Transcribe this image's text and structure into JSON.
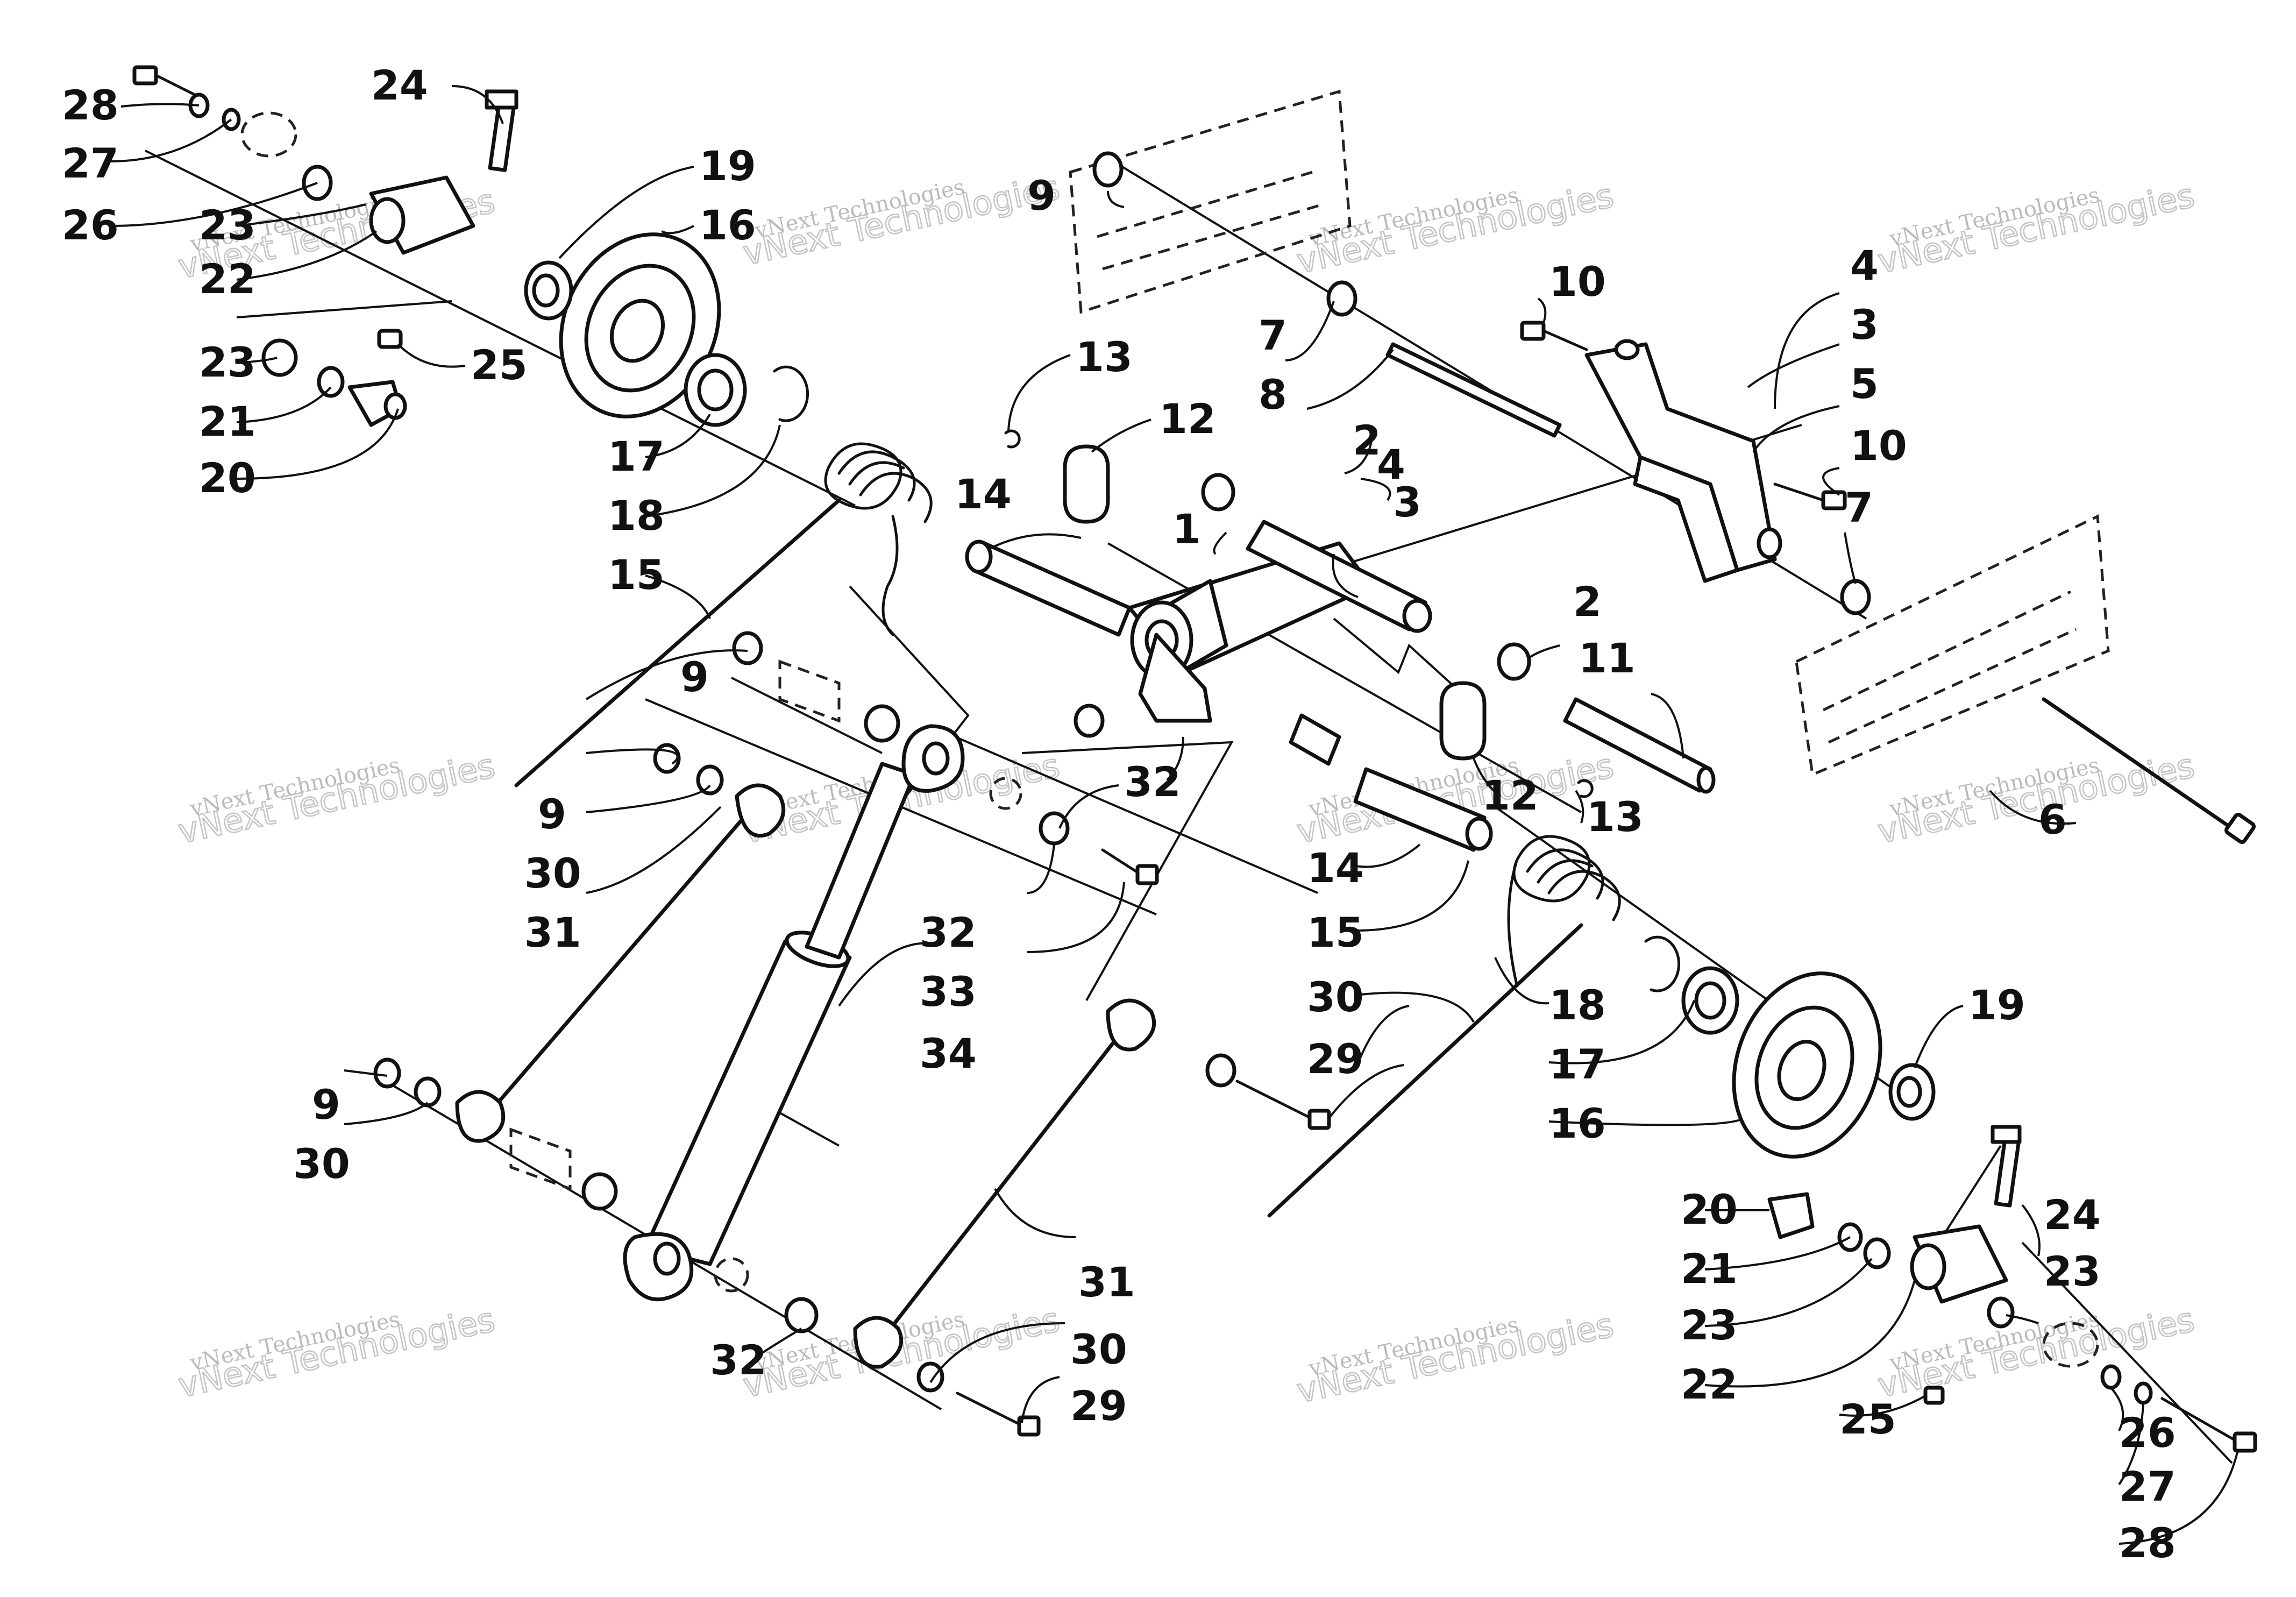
{
  "diagram": {
    "callouts": {
      "c1": "1",
      "c2a": "2",
      "c2b": "2",
      "c3a": "3",
      "c3b": "3",
      "c4a": "4",
      "c4b": "4",
      "c5": "5",
      "c6": "6",
      "c7a": "7",
      "c7b": "7",
      "c8": "8",
      "c9a": "9",
      "c9b": "9",
      "c9c": "9",
      "c9d": "9",
      "c10a": "10",
      "c10b": "10",
      "c11": "11",
      "c12a": "12",
      "c12b": "12",
      "c13a": "13",
      "c13b": "13",
      "c14a": "14",
      "c14b": "14",
      "c15a": "15",
      "c15b": "15",
      "c16a": "16",
      "c16b": "16",
      "c17a": "17",
      "c17b": "17",
      "c18a": "18",
      "c18b": "18",
      "c19a": "19",
      "c19b": "19",
      "c20a": "20",
      "c20b": "20",
      "c21a": "21",
      "c21b": "21",
      "c22a": "22",
      "c22b": "22",
      "c23a": "23",
      "c23b": "23",
      "c23c": "23",
      "c23d": "23",
      "c24a": "24",
      "c24b": "24",
      "c25a": "25",
      "c25b": "25",
      "c26a": "26",
      "c26b": "26",
      "c27a": "27",
      "c27b": "27",
      "c28a": "28",
      "c28b": "28",
      "c29a": "29",
      "c29b": "29",
      "c30a": "30",
      "c30b": "30",
      "c30c": "30",
      "c30d": "30",
      "c31a": "31",
      "c31b": "31",
      "c32a": "32",
      "c32b": "32",
      "c32c": "32",
      "c33": "33",
      "c34": "34"
    },
    "watermark": {
      "line1": "vNext Technologies",
      "line2": "vNext Technologies"
    }
  }
}
